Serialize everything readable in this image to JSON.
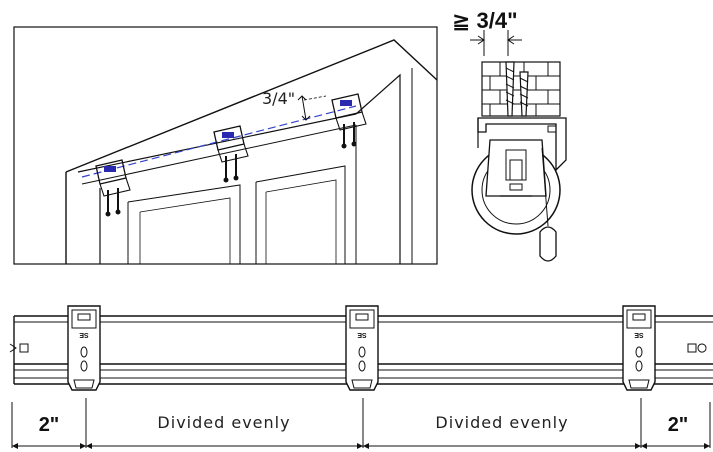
{
  "top_left": {
    "offset_label": "3/4\"",
    "colors": {
      "line": "#111111",
      "bracket_accent": "#2a2ab0",
      "alignment_line": "#3344cc",
      "background": "#ffffff"
    }
  },
  "top_right": {
    "min_clearance_label": "≧ 3/4\"",
    "icons": [
      "brick-wall-icon",
      "screw-icon",
      "roller-cassette-icon",
      "pull-handle-icon"
    ]
  },
  "bottom": {
    "left_end_gap": "2\"",
    "left_span": "Divided evenly",
    "right_span": "Divided evenly",
    "right_end_gap": "2\"",
    "bracket_label": "SE"
  }
}
